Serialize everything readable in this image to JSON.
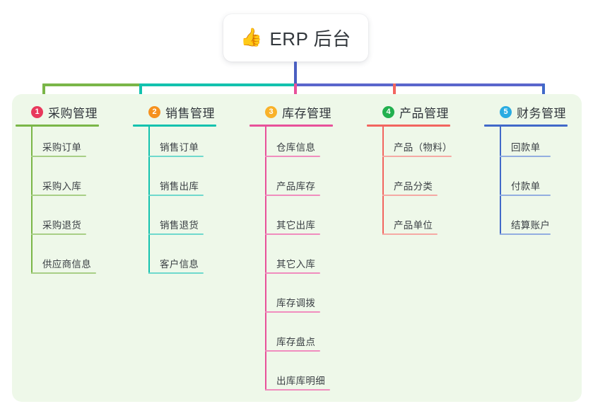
{
  "root": {
    "icon": "thumbs-up-icon",
    "emoji": "👍",
    "title": "ERP 后台"
  },
  "palette": {
    "panel_bg": "#eef8e9",
    "page_bg": "#ffffff",
    "stem": "#4a5fc1",
    "bar_left": "#7ab648",
    "bar_mid": "#12c2ae",
    "bar_right": "#5a66cc"
  },
  "columns": [
    {
      "index": "1",
      "badge_color": "#e8395c",
      "line_color": "#7ab648",
      "item_line_color": "#a8cf86",
      "title": "采购管理",
      "rule_width": 118,
      "items": [
        {
          "label": "采购订单",
          "rule_width": 78
        },
        {
          "label": "采购入库",
          "rule_width": 78
        },
        {
          "label": "采购退货",
          "rule_width": 78
        },
        {
          "label": "供应商信息",
          "rule_width": 92
        }
      ]
    },
    {
      "index": "2",
      "badge_color": "#f6911e",
      "line_color": "#12c2ae",
      "item_line_color": "#6fd9cd",
      "title": "销售管理",
      "rule_width": 118,
      "items": [
        {
          "label": "销售订单",
          "rule_width": 78
        },
        {
          "label": "销售出库",
          "rule_width": 78
        },
        {
          "label": "销售退货",
          "rule_width": 78
        },
        {
          "label": "客户信息",
          "rule_width": 78
        }
      ]
    },
    {
      "index": "3",
      "badge_color": "#f9b22a",
      "line_color": "#e8519a",
      "item_line_color": "#f08dbe",
      "title": "库存管理",
      "rule_width": 118,
      "items": [
        {
          "label": "仓库信息",
          "rule_width": 78
        },
        {
          "label": "产品库存",
          "rule_width": 78
        },
        {
          "label": "其它出库",
          "rule_width": 78
        },
        {
          "label": "其它入库",
          "rule_width": 78
        },
        {
          "label": "库存调拨",
          "rule_width": 78
        },
        {
          "label": "库存盘点",
          "rule_width": 78
        },
        {
          "label": "出库库明细",
          "rule_width": 92
        }
      ]
    },
    {
      "index": "4",
      "badge_color": "#22b04e",
      "line_color": "#f2655f",
      "item_line_color": "#f5a9a4",
      "title": "产品管理",
      "rule_width": 118,
      "items": [
        {
          "label": "产品（物料）",
          "rule_width": 98
        },
        {
          "label": "产品分类",
          "rule_width": 78
        },
        {
          "label": "产品单位",
          "rule_width": 78
        }
      ]
    },
    {
      "index": "5",
      "badge_color": "#2aace2",
      "line_color": "#4169c9",
      "item_line_color": "#93aee0",
      "title": "财务管理",
      "rule_width": 118,
      "items": [
        {
          "label": "回款单",
          "rule_width": 72
        },
        {
          "label": "付款单",
          "rule_width": 72
        },
        {
          "label": "结算账户",
          "rule_width": 72
        }
      ]
    }
  ]
}
